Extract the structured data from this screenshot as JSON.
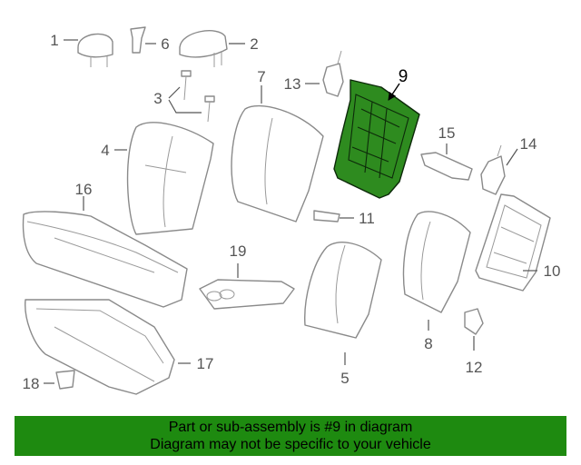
{
  "diagram": {
    "highlight_color": "#2e8b1f",
    "callouts": {
      "c1": "1",
      "c2": "2",
      "c3": "3",
      "c4": "4",
      "c5": "5",
      "c6": "6",
      "c7": "7",
      "c8": "8",
      "c9": "9",
      "c10": "10",
      "c11": "11",
      "c12": "12",
      "c13": "13",
      "c14": "14",
      "c15": "15",
      "c16": "16",
      "c17": "17",
      "c18": "18",
      "c19": "19"
    }
  },
  "banner": {
    "color": "#1e8a10",
    "line1": "Part or sub-assembly is #9 in diagram",
    "line2": "Diagram may not be specific to your vehicle"
  }
}
